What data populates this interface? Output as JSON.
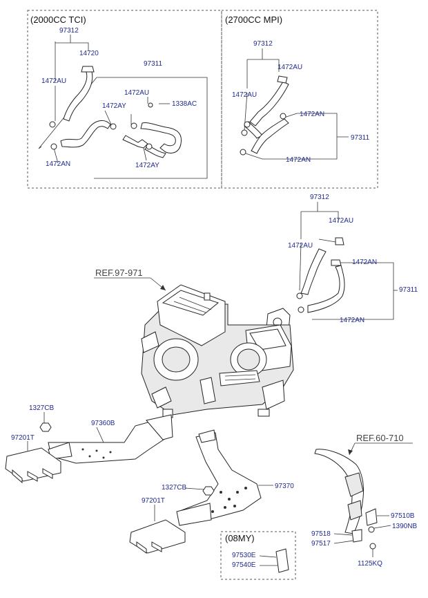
{
  "boxes": {
    "tci_title": "(2000CC TCI)",
    "mpi_title": "(2700CC MPI)",
    "my_title": "(08MY)"
  },
  "references": {
    "heater_unit": "REF.97-971",
    "panel": "REF.60-710"
  },
  "labels": {
    "tci": {
      "p97312": "97312",
      "p14720": "14720",
      "p1472AU_a": "1472AU",
      "p97311": "97311",
      "p1472AU_b": "1472AU",
      "p1472AY_a": "1472AY",
      "p1338AC": "1338AC",
      "p1472AN": "1472AN",
      "p1472AY_b": "1472AY"
    },
    "mpi": {
      "p97312": "97312",
      "p1472AU_a": "1472AU",
      "p1472AU_b": "1472AU",
      "p1472AN_a": "1472AN",
      "p97311": "97311",
      "p1472AN_b": "1472AN"
    },
    "main": {
      "p97312": "97312",
      "p1472AU_a": "1472AU",
      "p1472AU_b": "1472AU",
      "p1472AN_a": "1472AN",
      "p97311": "97311",
      "p1472AN_b": "1472AN",
      "p1327CB_a": "1327CB",
      "p97360B": "97360B",
      "p97201T_a": "97201T",
      "p1327CB_b": "1327CB",
      "p97370": "97370",
      "p97201T_b": "97201T",
      "p97510B": "97510B",
      "p1390NB": "1390NB",
      "p97518": "97518",
      "p97517": "97517",
      "p1125KQ": "1125KQ",
      "p97530E": "97530E",
      "p97540E": "97540E"
    }
  }
}
